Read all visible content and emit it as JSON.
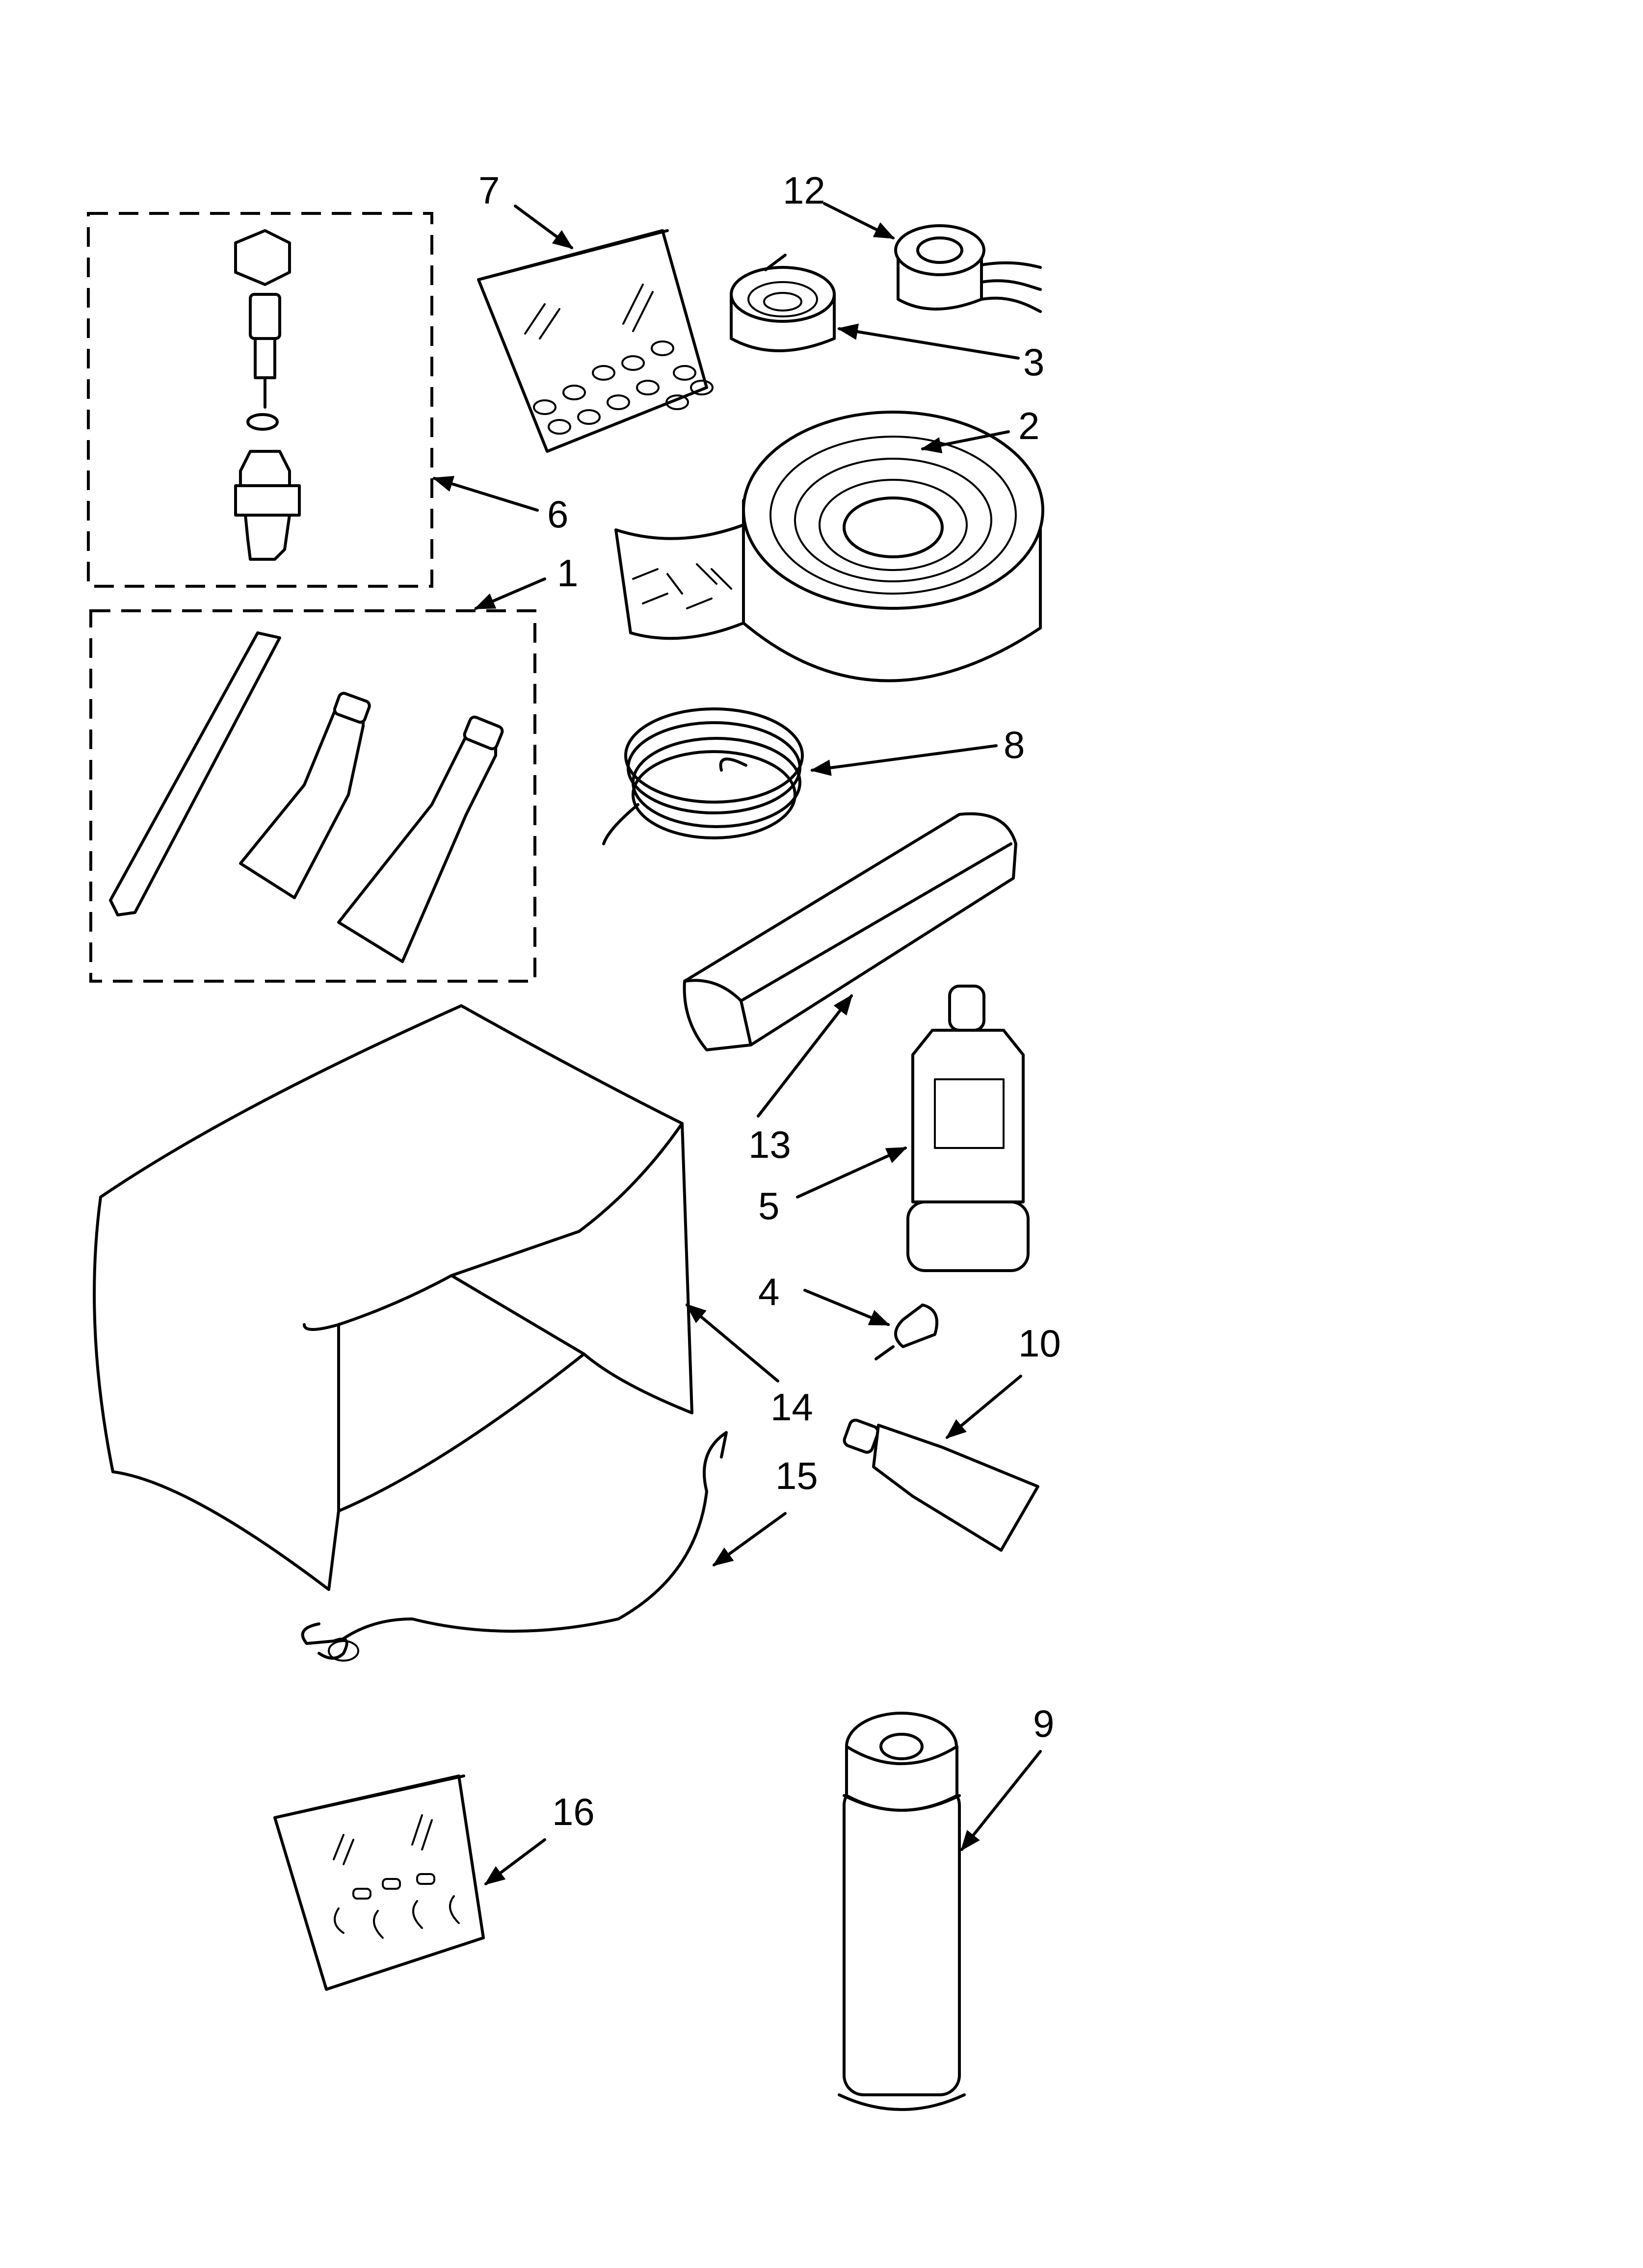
{
  "callouts": {
    "n1": "1",
    "n2": "2",
    "n3": "3",
    "n4": "4",
    "n5": "5",
    "n6": "6",
    "n7": "7",
    "n8": "8",
    "n9": "9",
    "n10": "10",
    "n12": "12",
    "n13": "13",
    "n14": "14",
    "n15": "15",
    "n16": "16"
  }
}
